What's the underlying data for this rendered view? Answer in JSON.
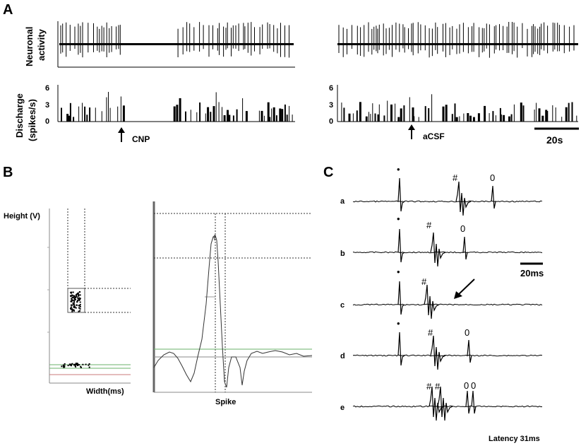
{
  "panels": {
    "a": "A",
    "b": "B",
    "c": "C"
  },
  "panel_a": {
    "ylabel_top_line1": "Neuronal",
    "ylabel_top_line2": "activity",
    "ylabel_bottom_line1": "Discharge",
    "ylabel_bottom_line2": "(spikes/s)",
    "yticks": [
      "6",
      "3",
      "0"
    ],
    "left_marker": "CNP",
    "right_marker": "aCSF",
    "scale_bar": "20s"
  },
  "panel_b": {
    "scatter_ylabel": "Height (V)",
    "scatter_xlabel": "Width(ms)",
    "waveform_xlabel": "Spike"
  },
  "panel_c": {
    "rows": [
      {
        "label": "a",
        "marks": [
          "•",
          "#",
          "0"
        ]
      },
      {
        "label": "b",
        "marks": [
          "•",
          "#",
          "0"
        ]
      },
      {
        "label": "c",
        "marks": [
          "•",
          "#"
        ]
      },
      {
        "label": "d",
        "marks": [
          "•",
          "#",
          "0"
        ]
      },
      {
        "label": "e",
        "marks": [
          "#",
          "#",
          "0",
          "0"
        ]
      }
    ],
    "scale_bar": "20ms",
    "latency": "Latency 31ms"
  },
  "colors": {
    "trace": "#000000",
    "guide_green": "#6ab26a",
    "guide_red": "#c87878",
    "dotted": "#333333"
  }
}
